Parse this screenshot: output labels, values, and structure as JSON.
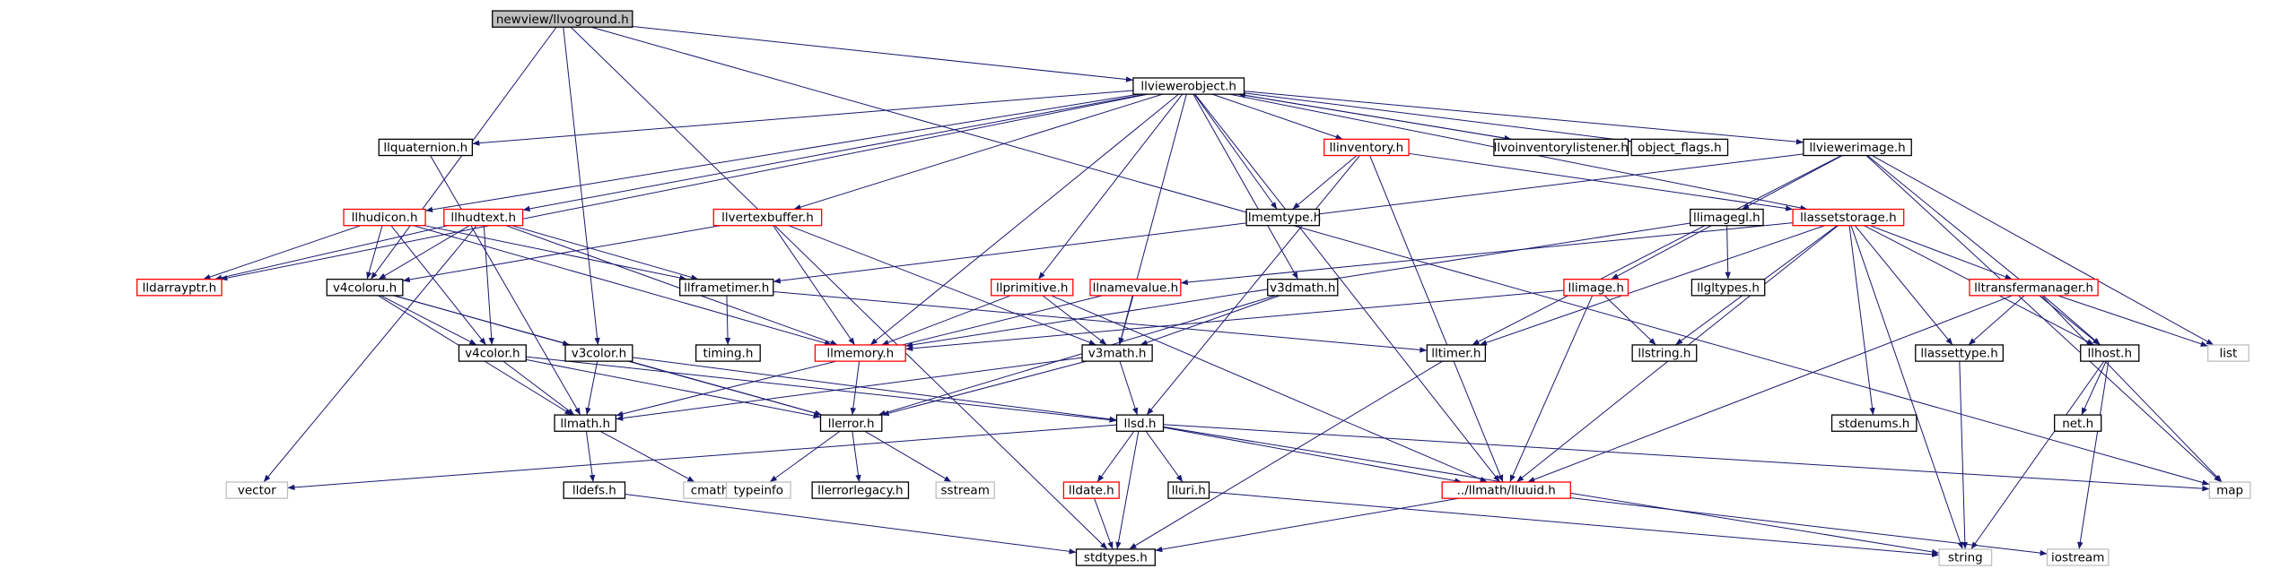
{
  "title": "newview/llvoground.h",
  "colors": {
    "edge": "#191970",
    "root_fill": "#bfbfbf",
    "root_stroke": "#000000",
    "normal_stroke": "#000000",
    "red_stroke": "#ff0000",
    "ext_stroke": "#bfbfbf",
    "text": "#000000",
    "ext_text": "#000000"
  },
  "nodes": {
    "root": {
      "label": "newview/llvoground.h",
      "kind": "root"
    },
    "llviewerobject": {
      "label": "llviewerobject.h",
      "kind": "normal"
    },
    "llquaternion": {
      "label": "llquaternion.h",
      "kind": "normal"
    },
    "llinventory": {
      "label": "llinventory.h",
      "kind": "red"
    },
    "llvoinventorylistener": {
      "label": "llvoinventorylistener.h",
      "kind": "normal"
    },
    "object_flags": {
      "label": "object_flags.h",
      "kind": "normal"
    },
    "llviewerimage": {
      "label": "llviewerimage.h",
      "kind": "normal"
    },
    "llhudicon": {
      "label": "llhudicon.h",
      "kind": "red"
    },
    "llhudtext": {
      "label": "llhudtext.h",
      "kind": "red"
    },
    "llvertexbuffer": {
      "label": "llvertexbuffer.h",
      "kind": "red"
    },
    "llmemtype": {
      "label": "llmemtype.h",
      "kind": "normal"
    },
    "llimagegl": {
      "label": "llimagegl.h",
      "kind": "normal"
    },
    "llassetstorage": {
      "label": "llassetstorage.h",
      "kind": "red"
    },
    "lldarrayptr": {
      "label": "lldarrayptr.h",
      "kind": "red"
    },
    "v4coloru": {
      "label": "v4coloru.h",
      "kind": "normal"
    },
    "llframetimer": {
      "label": "llframetimer.h",
      "kind": "normal"
    },
    "llprimitive": {
      "label": "llprimitive.h",
      "kind": "red"
    },
    "llnamevalue": {
      "label": "llnamevalue.h",
      "kind": "red"
    },
    "v3dmath": {
      "label": "v3dmath.h",
      "kind": "normal"
    },
    "llimage": {
      "label": "llimage.h",
      "kind": "red"
    },
    "llgltypes": {
      "label": "llgltypes.h",
      "kind": "normal"
    },
    "lltransfermanager": {
      "label": "lltransfermanager.h",
      "kind": "red"
    },
    "v4color": {
      "label": "v4color.h",
      "kind": "normal"
    },
    "v3color": {
      "label": "v3color.h",
      "kind": "normal"
    },
    "timing": {
      "label": "timing.h",
      "kind": "normal"
    },
    "llmemory": {
      "label": "llmemory.h",
      "kind": "red"
    },
    "v3math": {
      "label": "v3math.h",
      "kind": "normal"
    },
    "lltimer": {
      "label": "lltimer.h",
      "kind": "normal"
    },
    "llstring": {
      "label": "llstring.h",
      "kind": "normal"
    },
    "llassettype": {
      "label": "llassettype.h",
      "kind": "normal"
    },
    "llhost": {
      "label": "llhost.h",
      "kind": "normal"
    },
    "list": {
      "label": "list",
      "kind": "ext"
    },
    "llmath": {
      "label": "llmath.h",
      "kind": "normal"
    },
    "llerror": {
      "label": "llerror.h",
      "kind": "normal"
    },
    "llsd": {
      "label": "llsd.h",
      "kind": "normal"
    },
    "stdenums": {
      "label": "stdenums.h",
      "kind": "normal"
    },
    "net": {
      "label": "net.h",
      "kind": "normal"
    },
    "vector": {
      "label": "vector",
      "kind": "ext"
    },
    "lldefs": {
      "label": "lldefs.h",
      "kind": "normal"
    },
    "cmath": {
      "label": "cmath",
      "kind": "ext"
    },
    "typeinfo": {
      "label": "typeinfo",
      "kind": "ext"
    },
    "llerrorlegacy": {
      "label": "llerrorlegacy.h",
      "kind": "normal"
    },
    "sstream": {
      "label": "sstream",
      "kind": "ext"
    },
    "lldate": {
      "label": "lldate.h",
      "kind": "red"
    },
    "lluri": {
      "label": "lluri.h",
      "kind": "normal"
    },
    "lluuid": {
      "label": "../llmath/lluuid.h",
      "kind": "red"
    },
    "map": {
      "label": "map",
      "kind": "ext"
    },
    "stdtypes": {
      "label": "stdtypes.h",
      "kind": "normal"
    },
    "string": {
      "label": "string",
      "kind": "ext"
    },
    "iostream": {
      "label": "iostream",
      "kind": "ext"
    }
  },
  "edges": [
    [
      "root",
      "llviewerobject"
    ],
    [
      "root",
      "v4coloru"
    ],
    [
      "root",
      "v3color"
    ],
    [
      "root",
      "stdtypes"
    ],
    [
      "root",
      "map"
    ],
    [
      "llviewerobject",
      "llquaternion"
    ],
    [
      "llviewerobject",
      "llinventory"
    ],
    [
      "llviewerobject",
      "llvoinventorylistener"
    ],
    [
      "llviewerobject",
      "object_flags"
    ],
    [
      "llviewerobject",
      "llviewerimage"
    ],
    [
      "llviewerobject",
      "llhudicon"
    ],
    [
      "llviewerobject",
      "llhudtext"
    ],
    [
      "llviewerobject",
      "llvertexbuffer"
    ],
    [
      "llviewerobject",
      "llmemtype"
    ],
    [
      "llviewerobject",
      "llassetstorage"
    ],
    [
      "llviewerobject",
      "lldarrayptr"
    ],
    [
      "llviewerobject",
      "llprimitive"
    ],
    [
      "llviewerobject",
      "v3dmath"
    ],
    [
      "llviewerobject",
      "llmemory"
    ],
    [
      "llviewerobject",
      "v3math"
    ],
    [
      "llviewerobject",
      "lluuid"
    ],
    [
      "llvoinventorylistener",
      "llviewerobject"
    ],
    [
      "llquaternion",
      "llmath"
    ],
    [
      "llinventory",
      "llmemtype"
    ],
    [
      "llinventory",
      "llassetstorage"
    ],
    [
      "llinventory",
      "llsd"
    ],
    [
      "llinventory",
      "lluuid"
    ],
    [
      "llviewerimage",
      "llimagegl"
    ],
    [
      "llviewerimage",
      "llframetimer"
    ],
    [
      "llviewerimage",
      "lltimer"
    ],
    [
      "llviewerimage",
      "llhost"
    ],
    [
      "llviewerimage",
      "list"
    ],
    [
      "llviewerimage",
      "map"
    ],
    [
      "llhudicon",
      "lldarrayptr"
    ],
    [
      "llhudicon",
      "v4coloru"
    ],
    [
      "llhudicon",
      "v4color"
    ],
    [
      "llhudicon",
      "llframetimer"
    ],
    [
      "llhudicon",
      "llmemory"
    ],
    [
      "llhudtext",
      "lldarrayptr"
    ],
    [
      "llhudtext",
      "v4coloru"
    ],
    [
      "llhudtext",
      "v4color"
    ],
    [
      "llhudtext",
      "llframetimer"
    ],
    [
      "llhudtext",
      "llmemory"
    ],
    [
      "llhudtext",
      "vector"
    ],
    [
      "llvertexbuffer",
      "v4coloru"
    ],
    [
      "llvertexbuffer",
      "llmemory"
    ],
    [
      "llvertexbuffer",
      "v3math"
    ],
    [
      "llimagegl",
      "llimage"
    ],
    [
      "llimagegl",
      "llgltypes"
    ],
    [
      "llimagegl",
      "llmemory"
    ],
    [
      "llassetstorage",
      "llnamevalue"
    ],
    [
      "llassetstorage",
      "lltransfermanager"
    ],
    [
      "llassetstorage",
      "llassettype"
    ],
    [
      "llassetstorage",
      "llhost"
    ],
    [
      "llassetstorage",
      "lltimer"
    ],
    [
      "llassetstorage",
      "llstring"
    ],
    [
      "llassetstorage",
      "stdenums"
    ],
    [
      "llassetstorage",
      "lluuid"
    ],
    [
      "llassetstorage",
      "string"
    ],
    [
      "v4coloru",
      "v4color"
    ],
    [
      "v4coloru",
      "v3color"
    ],
    [
      "v4coloru",
      "llmath"
    ],
    [
      "v4coloru",
      "llerror"
    ],
    [
      "llframetimer",
      "timing"
    ],
    [
      "llframetimer",
      "lltimer"
    ],
    [
      "llprimitive",
      "llmemory"
    ],
    [
      "llprimitive",
      "v3math"
    ],
    [
      "llprimitive",
      "lluuid"
    ],
    [
      "llnamevalue",
      "v3math"
    ],
    [
      "llnamevalue",
      "llmath"
    ],
    [
      "v3dmath",
      "v3math"
    ],
    [
      "v3dmath",
      "llerror"
    ],
    [
      "llimage",
      "llmemory"
    ],
    [
      "llimage",
      "llstring"
    ],
    [
      "llimage",
      "lluuid"
    ],
    [
      "lltransfermanager",
      "llassettype"
    ],
    [
      "lltransfermanager",
      "llhost"
    ],
    [
      "lltransfermanager",
      "list"
    ],
    [
      "lltransfermanager",
      "map"
    ],
    [
      "lltransfermanager",
      "lluuid"
    ],
    [
      "v4color",
      "llmath"
    ],
    [
      "v4color",
      "llerror"
    ],
    [
      "v4color",
      "llsd"
    ],
    [
      "v3color",
      "llmath"
    ],
    [
      "v3color",
      "llerror"
    ],
    [
      "v3color",
      "llsd"
    ],
    [
      "llmemory",
      "llerror"
    ],
    [
      "v3math",
      "llmath"
    ],
    [
      "v3math",
      "llerror"
    ],
    [
      "v3math",
      "llsd"
    ],
    [
      "lltimer",
      "stdtypes"
    ],
    [
      "llassettype",
      "string"
    ],
    [
      "llhost",
      "net"
    ],
    [
      "llhost",
      "string"
    ],
    [
      "llhost",
      "iostream"
    ],
    [
      "llmath",
      "lldefs"
    ],
    [
      "llmath",
      "cmath"
    ],
    [
      "llerror",
      "typeinfo"
    ],
    [
      "llerror",
      "llerrorlegacy"
    ],
    [
      "llerror",
      "sstream"
    ],
    [
      "llsd",
      "vector"
    ],
    [
      "llsd",
      "map"
    ],
    [
      "llsd",
      "lldate"
    ],
    [
      "llsd",
      "lluri"
    ],
    [
      "llsd",
      "stdtypes"
    ],
    [
      "llsd",
      "lluuid"
    ],
    [
      "llsd",
      "string"
    ],
    [
      "lldefs",
      "stdtypes"
    ],
    [
      "lldate",
      "stdtypes"
    ],
    [
      "lluri",
      "string"
    ],
    [
      "lluuid",
      "stdtypes"
    ],
    [
      "lluuid",
      "iostream"
    ]
  ]
}
